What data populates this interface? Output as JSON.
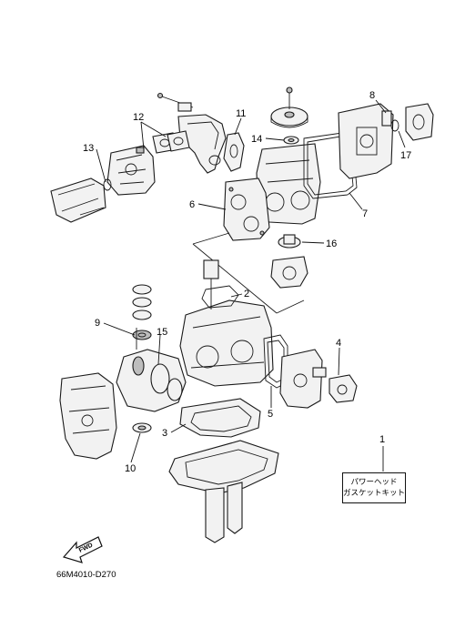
{
  "diagram": {
    "callouts": [
      "1",
      "2",
      "3",
      "4",
      "5",
      "6",
      "7",
      "8",
      "9",
      "10",
      "11",
      "12",
      "13",
      "14",
      "15",
      "16",
      "17"
    ],
    "kit_label": [
      "パワーヘッド",
      "ガスケットキット"
    ],
    "drawing_code": "66M4010-D270",
    "fwd_label": "FWD"
  }
}
